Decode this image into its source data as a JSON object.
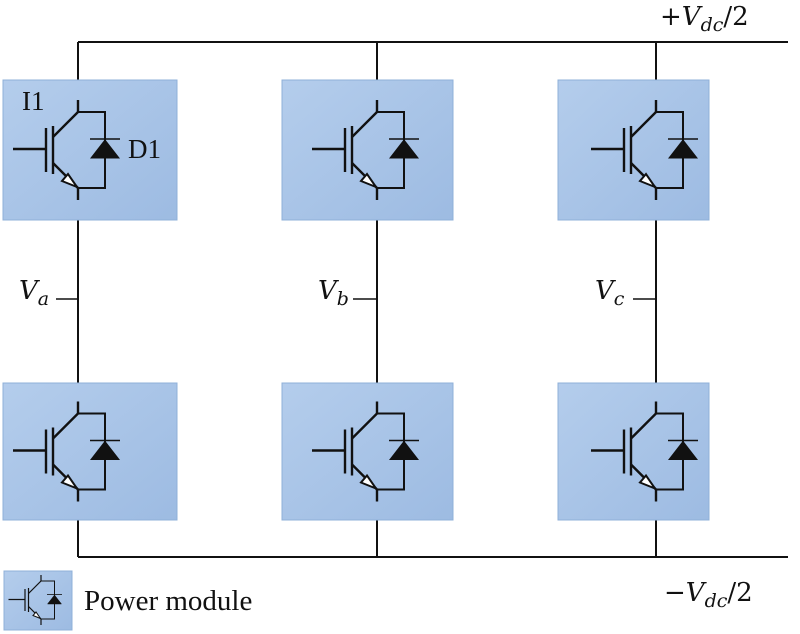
{
  "diagram": {
    "title": "Three-phase two-level inverter",
    "rails": {
      "positive": {
        "sign": "+",
        "symbol": "V",
        "sub": "dc",
        "suffix": "/2"
      },
      "negative": {
        "sign": "−",
        "symbol": "V",
        "sub": "dc",
        "suffix": "/2"
      }
    },
    "module_labels": {
      "igbt": "I1",
      "diode": "D1"
    },
    "phases": [
      {
        "symbol": "V",
        "sub": "a"
      },
      {
        "symbol": "V",
        "sub": "b"
      },
      {
        "symbol": "V",
        "sub": "c"
      }
    ],
    "legend": {
      "label": "Power module",
      "icon": "igbt-diode-module-icon"
    },
    "colors": {
      "module_fill": "#a7c3e6",
      "module_border": "#8fb0d8",
      "wire": "#111111"
    }
  }
}
